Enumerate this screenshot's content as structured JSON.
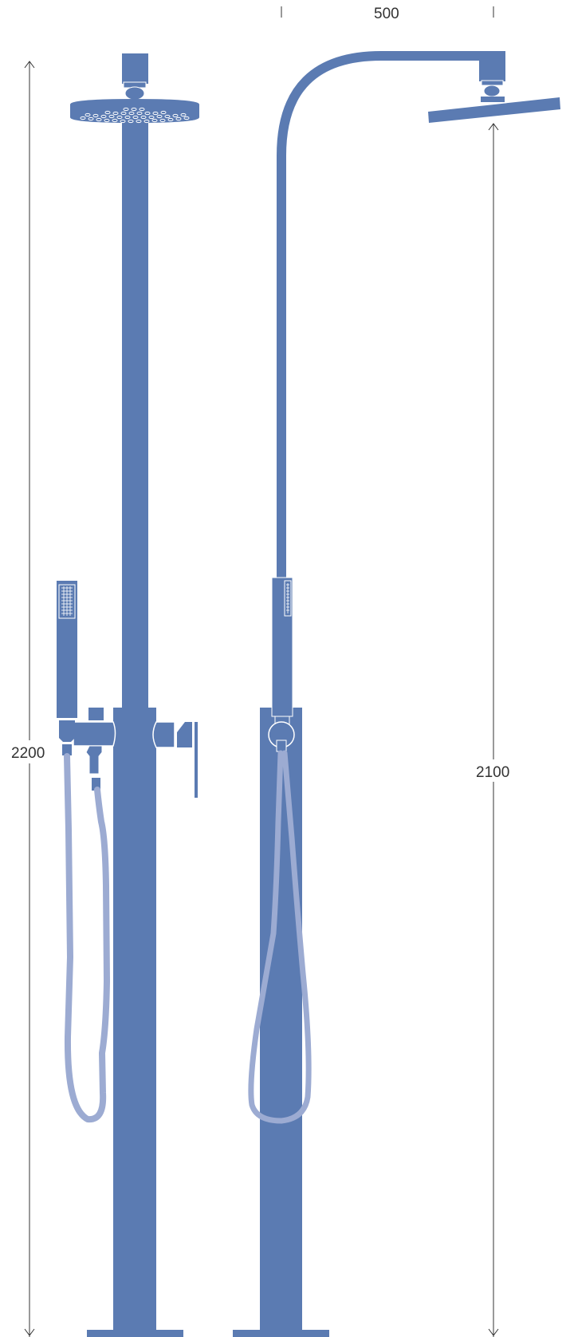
{
  "dimensions": {
    "total_height": "2200",
    "head_height": "2100",
    "arm_reach": "500"
  },
  "colors": {
    "body": "#5b7bb2",
    "hose": "#9cabd2",
    "dimension_line": "#333333",
    "background": "#ffffff"
  },
  "icons": {
    "front_view": "front-elevation-shower-column",
    "side_view": "side-elevation-shower-column"
  }
}
